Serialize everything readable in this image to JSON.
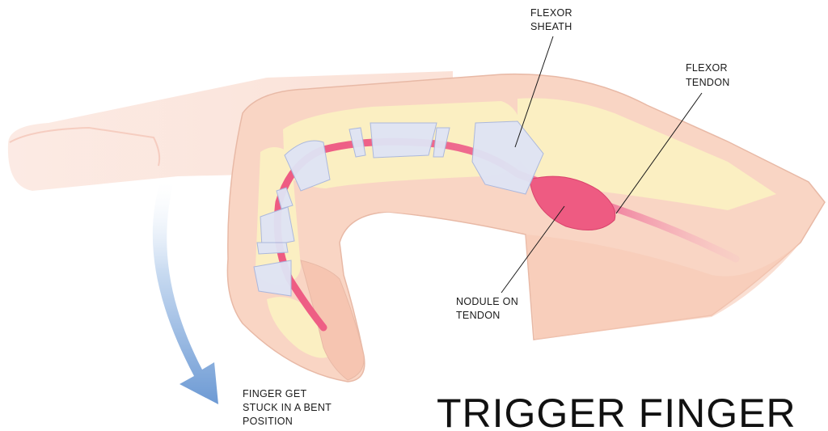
{
  "title": "TRIGGER FINGER",
  "labels": {
    "flexor_sheath": [
      "FLEXOR",
      "SHEATH"
    ],
    "flexor_tendon": [
      "FLEXOR",
      "TENDON"
    ],
    "nodule": [
      "NODULE ON",
      "TENDON"
    ],
    "stuck": [
      "FINGER GET",
      "STUCK IN A BENT",
      "POSITION"
    ]
  },
  "colors": {
    "skin": "#f9d5c4",
    "skin_ghost": "#fbe6de",
    "bone": "#fbefc2",
    "tendon": "#ee5b82",
    "sheath": "#d9e0f3",
    "arrow": "#7ea7d8"
  }
}
